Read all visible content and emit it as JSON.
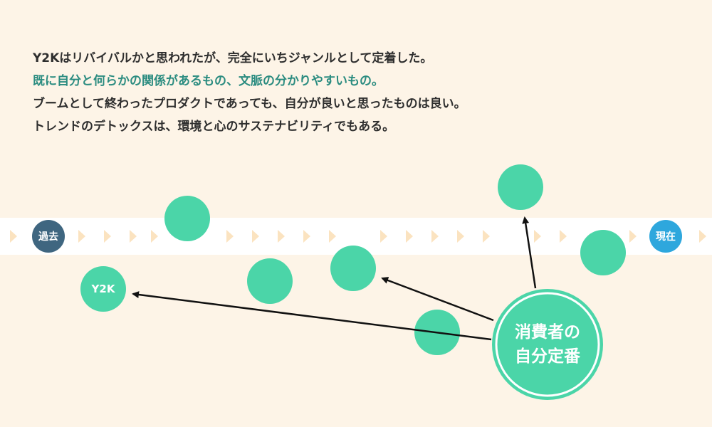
{
  "text": {
    "line1": "Y2Kはリバイバルかと思われたが、完全にいちジャンルとして定着した。",
    "line2": "既に自分と何らかの関係があるもの、文脈の分かりやすいもの。",
    "line3": "ブームとして終わったプロダクトであっても、自分が良いと思ったものは良い。",
    "line4": "トレンドのデトックスは、環境と心のサステナビリティでもある。"
  },
  "timeline": {
    "start_label": "過去",
    "end_label": "現在"
  },
  "bubbles": {
    "y2k_label": "Y2K"
  },
  "main_node": {
    "label_line1": "消費者の",
    "label_line2": "自分定番"
  },
  "colors": {
    "background": "#fdf4e7",
    "accent_text": "#2b8c80",
    "bubble": "#4bd5a8",
    "past_badge": "#3f6680",
    "now_badge": "#2ea7dd",
    "arrow": "#111111"
  }
}
